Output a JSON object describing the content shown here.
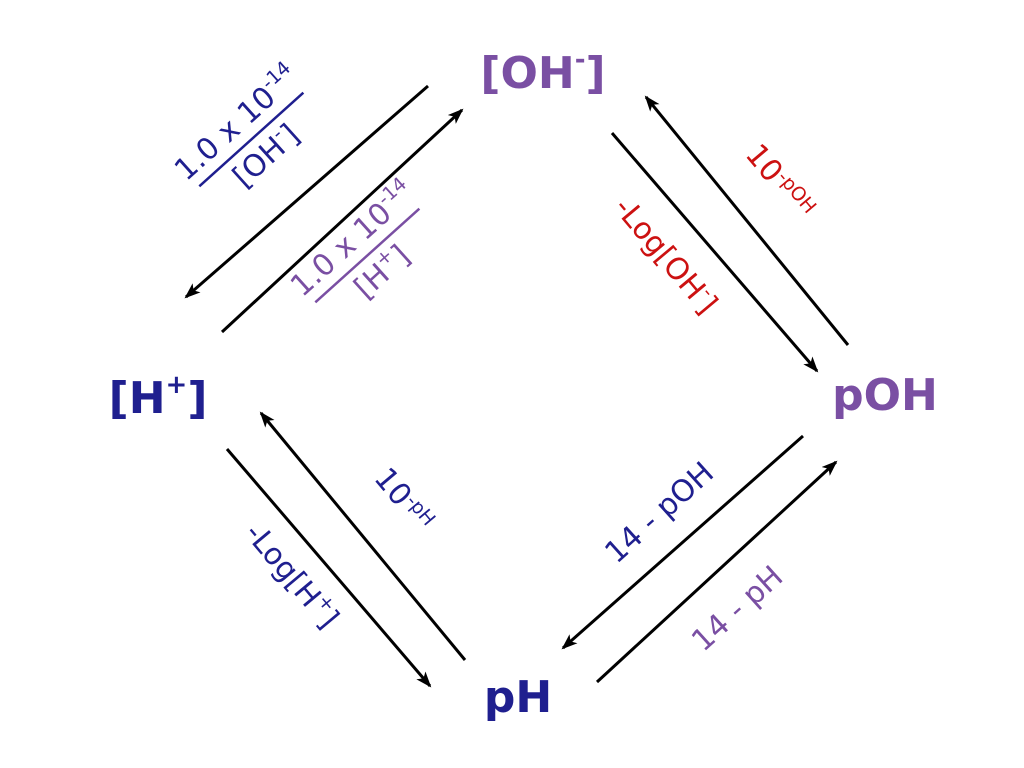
{
  "colors": {
    "blue": "#1f1f8f",
    "purple": "#7a4fa3",
    "red": "#cc1111",
    "arrow": "#000000"
  },
  "nodes": {
    "oh": {
      "base": "[OH",
      "sup": "-",
      "close": "]",
      "color": "#7a4fa3"
    },
    "h": {
      "base": "[H",
      "sup": "+",
      "close": "]",
      "color": "#1f1f8f"
    },
    "poh": {
      "text": "pOH",
      "color": "#7a4fa3"
    },
    "ph": {
      "text": "pH",
      "color": "#1f1f8f"
    }
  },
  "edges": {
    "oh_to_h": {
      "numerator": "1.0 x 10",
      "numerator_sup": "-14",
      "denominator_base": "[OH",
      "denominator_sup": "-",
      "denominator_close": "]",
      "color": "#1f1f8f"
    },
    "h_to_oh": {
      "numerator": "1.0 x 10",
      "numerator_sup": "-14",
      "denominator_base": "[H",
      "denominator_sup": "+",
      "denominator_close": "]",
      "color": "#7a4fa3"
    },
    "poh_to_oh": {
      "base": "10",
      "sup": "-pOH",
      "color": "#cc1111"
    },
    "oh_to_poh": {
      "base": "-Log[OH",
      "sup": "-",
      "close": "]",
      "color": "#cc1111"
    },
    "ph_to_h": {
      "base": "10",
      "sup": "-pH",
      "color": "#1f1f8f"
    },
    "h_to_ph": {
      "base": "-Log[H",
      "sup": "+",
      "close": "]",
      "color": "#1f1f8f"
    },
    "poh_to_ph": {
      "text": "14 - pOH",
      "color": "#1f1f8f"
    },
    "ph_to_poh": {
      "text": "14 - pH",
      "color": "#7a4fa3"
    }
  }
}
